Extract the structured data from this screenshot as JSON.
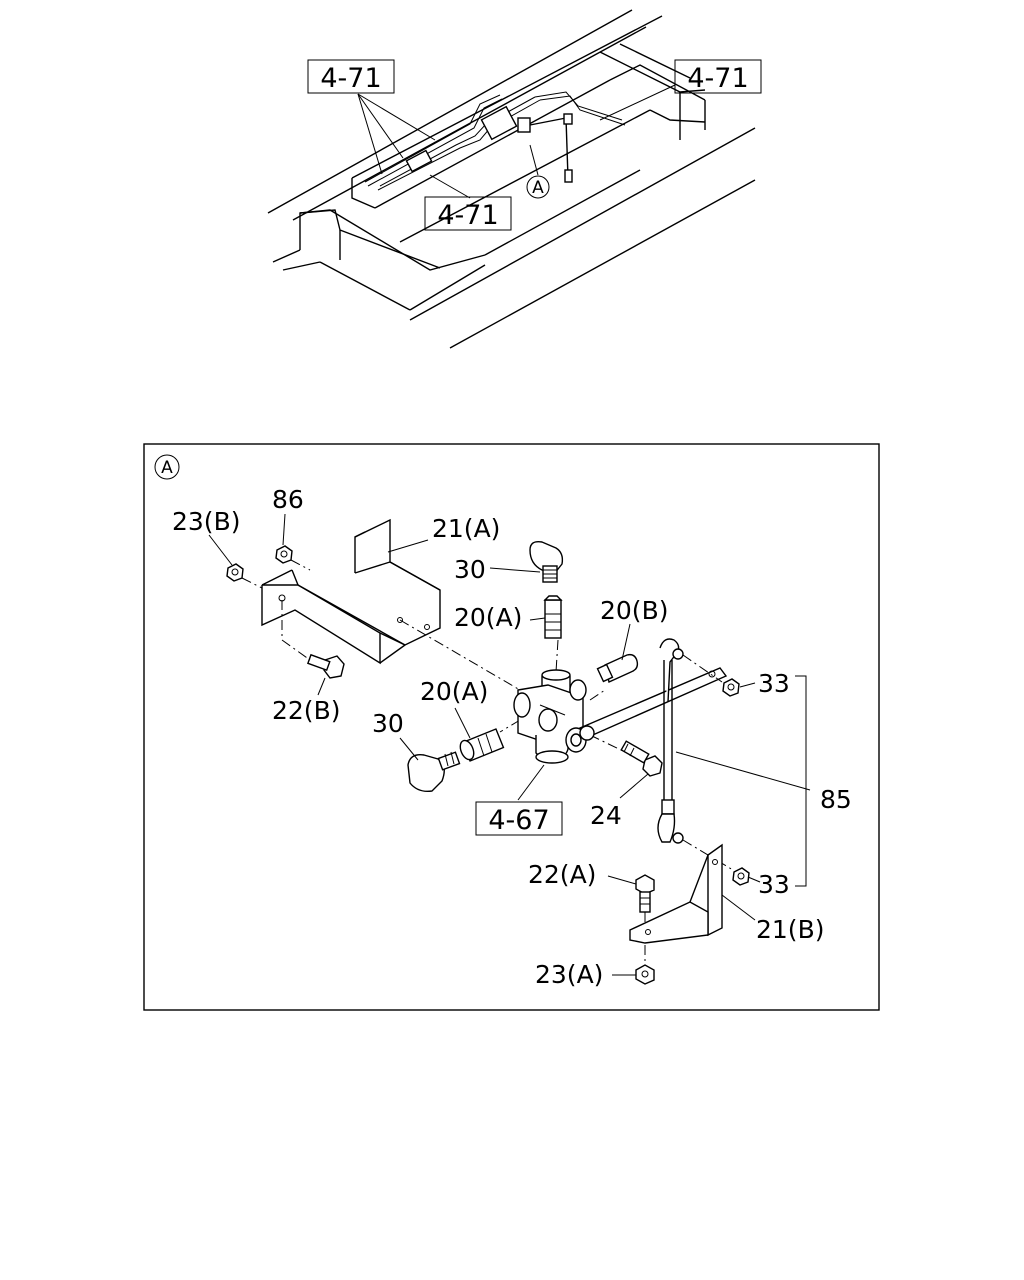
{
  "overview": {
    "refs": [
      "4-71",
      "4-71",
      "4-71"
    ],
    "callout": "A"
  },
  "detail": {
    "view_marker": "A",
    "labels": {
      "l23b": "23(B)",
      "l86": "86",
      "l21a": "21(A)",
      "l30top": "30",
      "l20a_top": "20(A)",
      "l20b": "20(B)",
      "l33top": "33",
      "l22b": "22(B)",
      "l20a_mid": "20(A)",
      "l30bot": "30",
      "l85": "85",
      "l24": "24",
      "l22a": "22(A)",
      "l33bot": "33",
      "l21b": "21(B)",
      "l23a": "23(A)"
    },
    "ref_box": "4-67"
  }
}
